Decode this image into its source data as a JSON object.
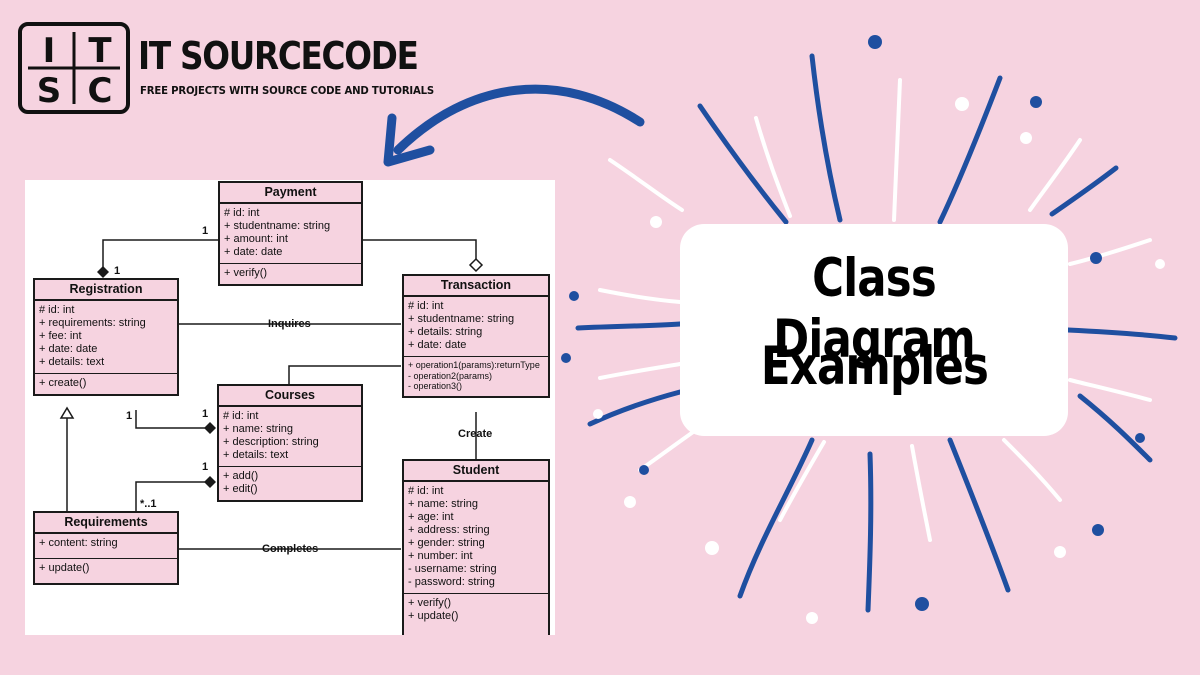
{
  "brand": {
    "logo_letters": [
      "I",
      "T",
      "S",
      "C"
    ],
    "title": "IT SOURCECODE",
    "subtitle": "FREE PROJECTS WITH SOURCE CODE AND TUTORIALS"
  },
  "callout": {
    "line1": "Class Diagram",
    "line2": "Examples"
  },
  "colors": {
    "background": "#f6d3e0",
    "accent_blue": "#1f4fa0",
    "class_fill": "#f6d3e0"
  },
  "diagram": {
    "classes": {
      "payment": {
        "name": "Payment",
        "attributes": [
          "# id: int",
          "+ studentname: string",
          "+ amount: int",
          "+ date: date"
        ],
        "operations": [
          "+ verify()"
        ]
      },
      "registration": {
        "name": "Registration",
        "attributes": [
          "# id: int",
          "+ requirements: string",
          "+ fee: int",
          "+ date: date",
          "+ details: text"
        ],
        "operations": [
          "+ create()"
        ]
      },
      "transaction": {
        "name": "Transaction",
        "attributes": [
          "# id: int",
          "+ studentname: string",
          "+ details: string",
          "+ date: date"
        ],
        "operations": [
          "+ operation1(params):returnType",
          "- operation2(params)",
          "- operation3()"
        ]
      },
      "courses": {
        "name": "Courses",
        "attributes": [
          "# id: int",
          "+ name: string",
          "+ description: string",
          "+ details: text"
        ],
        "operations": [
          "+ add()",
          "+ edit()"
        ]
      },
      "requirements": {
        "name": "Requirements",
        "attributes": [
          "+ content: string"
        ],
        "operations": [
          "+ update()"
        ]
      },
      "student": {
        "name": "Student",
        "attributes": [
          "# id: int",
          "+ name: string",
          "+ age: int",
          "+ address: string",
          "+ gender: string",
          "+ number: int",
          "- username: string",
          "- password: string"
        ],
        "operations": [
          "+ verify()",
          "+ update()"
        ]
      }
    },
    "relations": {
      "inquires": "Inquires",
      "create": "Create",
      "completes": "Completes"
    },
    "multiplicities": {
      "payment_end": "1",
      "registration_end": "1",
      "reg_courses_a": "1",
      "reg_courses_b": "1",
      "req_courses_a": "1",
      "req_courses_b": "*..1"
    }
  }
}
